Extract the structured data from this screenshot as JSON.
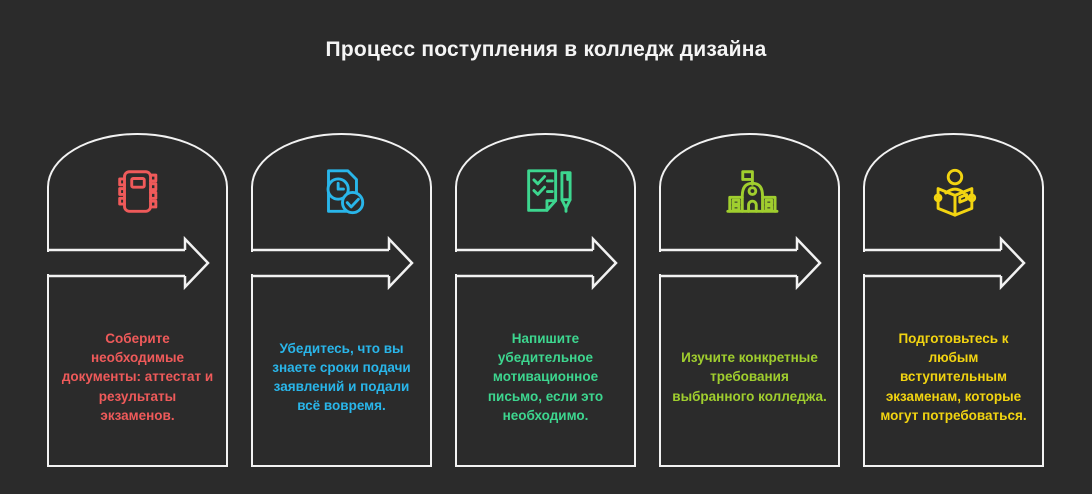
{
  "title": "Процесс поступления в колледж дизайна",
  "colors": {
    "background": "#2b2b2b",
    "outline": "#f2f2f2",
    "title_text": "#f5f5f5"
  },
  "steps": [
    {
      "icon": "notebook-icon",
      "color": "#ef5a5a",
      "text": "Соберите необходимые документы: аттестат и результаты экзаменов."
    },
    {
      "icon": "file-clock-check-icon",
      "color": "#29b6ea",
      "text": "Убедитесь, что вы знаете сроки подачи заявлений и подали всё вовремя."
    },
    {
      "icon": "checklist-pen-icon",
      "color": "#3dd68f",
      "text": "Напишите убедительное мотивационное письмо, если это необходимо."
    },
    {
      "icon": "college-building-icon",
      "color": "#a0ce2e",
      "text": "Изучите конкретные требования выбранного колледжа."
    },
    {
      "icon": "reading-person-icon",
      "color": "#f2d411",
      "text": "Подготовьтесь к любым вступительным экзаменам, которые могут потребоваться."
    }
  ]
}
